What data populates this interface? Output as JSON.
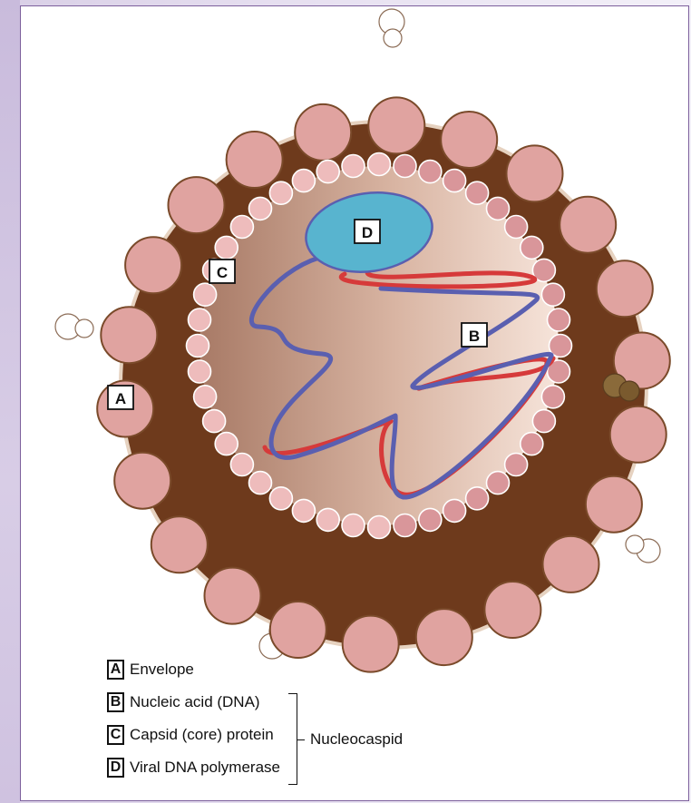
{
  "diagram": {
    "labels": {
      "A": "A",
      "B": "B",
      "C": "C",
      "D": "D"
    },
    "colors": {
      "envelope": "#6e3a1c",
      "envelope_protein": "#e0a3a0",
      "capsid_protein": "#eebcbc",
      "polymerase": "#58b4cf",
      "dna_strand_1": "#d63a3a",
      "dna_strand_2": "#5a5fb0"
    }
  },
  "legend": {
    "items": [
      {
        "key": "A",
        "text": "Envelope"
      },
      {
        "key": "B",
        "text": "Nucleic acid (DNA)"
      },
      {
        "key": "C",
        "text": "Capsid (core) protein"
      },
      {
        "key": "D",
        "text": "Viral DNA polymerase"
      }
    ],
    "group_label": "Nucleocaspid"
  }
}
